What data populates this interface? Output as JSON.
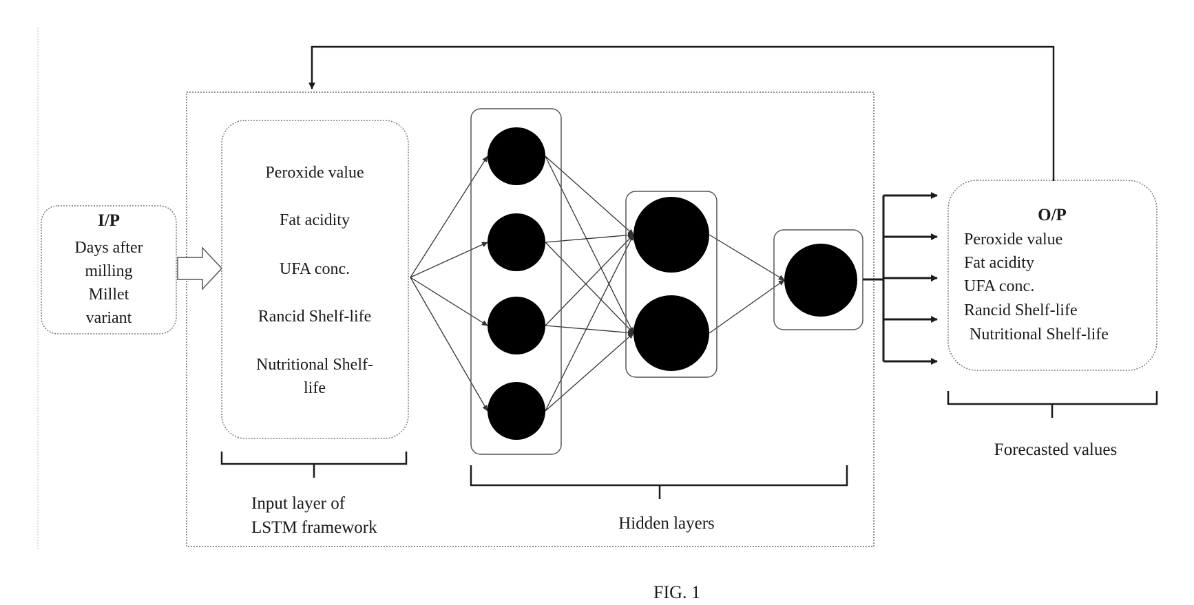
{
  "input_box": {
    "heading": "I/P",
    "lines": [
      "Days after",
      "milling",
      "Millet",
      "variant"
    ]
  },
  "input_layer": {
    "items": [
      "Peroxide value",
      "Fat acidity",
      "UFA conc.",
      "Rancid Shelf-life",
      "Nutritional Shelf-",
      "life"
    ],
    "caption_lines": [
      "Input layer of",
      "LSTM framework"
    ]
  },
  "hidden_layers": {
    "caption": "Hidden layers",
    "layer_sizes": [
      4,
      2,
      1
    ]
  },
  "output_box": {
    "heading": "O/P",
    "items": [
      "Peroxide value",
      "Fat acidity",
      "UFA conc.",
      "Rancid Shelf-life",
      "Nutritional Shelf-life"
    ],
    "caption": "Forecasted values"
  },
  "figure_label": "FIG. 1"
}
